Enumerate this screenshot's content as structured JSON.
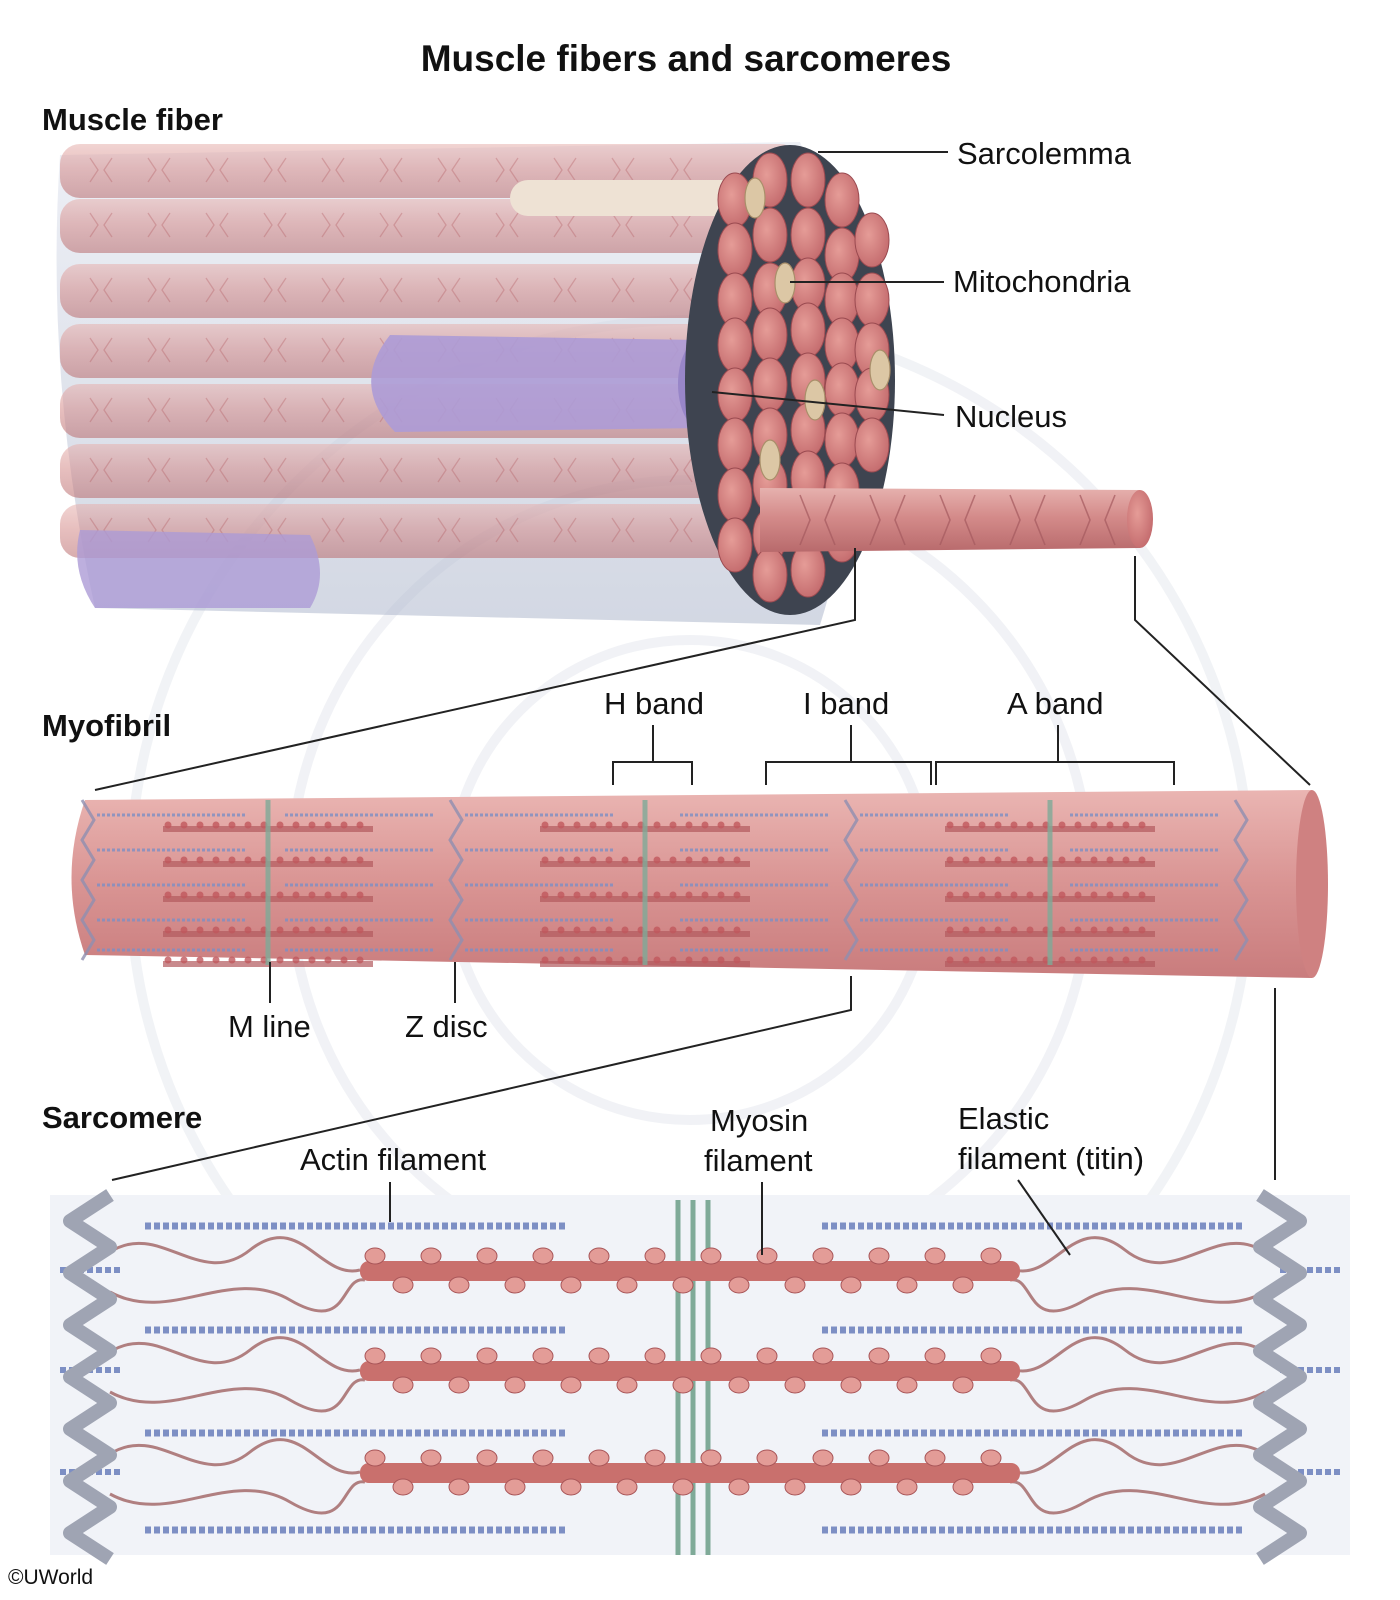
{
  "title": "Muscle fibers and sarcomeres",
  "sections": {
    "fiber": "Muscle fiber",
    "myofibril": "Myofibril",
    "sarcomere": "Sarcomere"
  },
  "labels": {
    "sarcolemma": "Sarcolemma",
    "mitochondria": "Mitochondria",
    "nucleus": "Nucleus",
    "h_band": "H band",
    "i_band": "I band",
    "a_band": "A band",
    "m_line": "M line",
    "z_disc": "Z disc",
    "actin": "Actin filament",
    "myosin_line1": "Myosin",
    "myosin_line2": "filament",
    "titin_line1": "Elastic",
    "titin_line2": "filament (titin)"
  },
  "copyright": "©UWorld",
  "colors": {
    "muscle": "#cf7f7f",
    "muscle_dark": "#b35a5e",
    "muscle_light": "#e9b0ad",
    "sarcolemma": "#b9c2d6",
    "nucleus": "#a896d2",
    "mitochondria": "#dcc7a5",
    "actin": "#7d8fc4",
    "myosin": "#c9706d",
    "zdisc": "#9fa4b3",
    "mline": "#7faa98"
  }
}
